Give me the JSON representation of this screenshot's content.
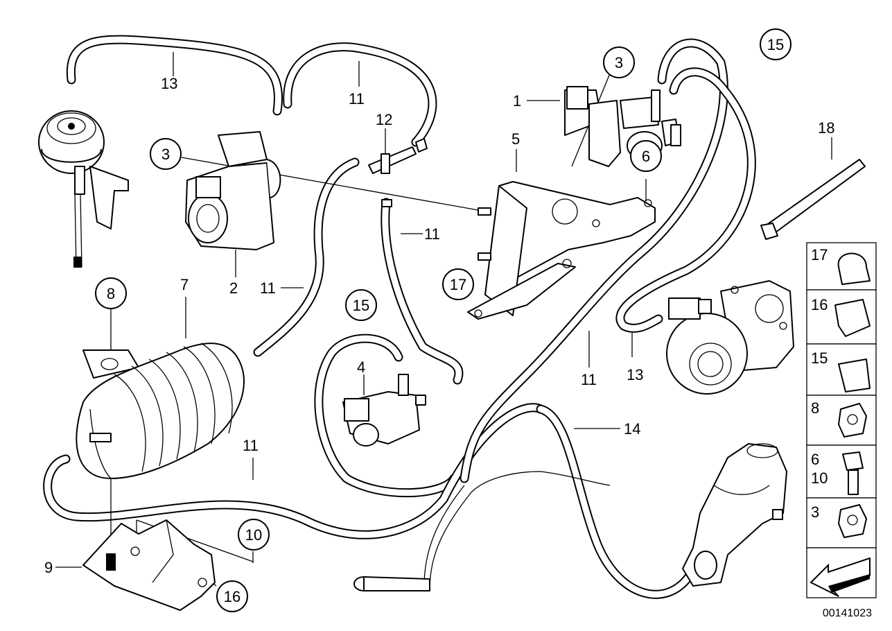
{
  "labels": {
    "l1": "1",
    "l2": "2",
    "l3a": "3",
    "l3b": "3",
    "l4": "4",
    "l5": "5",
    "l6": "6",
    "l7": "7",
    "l8": "8",
    "l9": "9",
    "l10": "10",
    "l11a": "11",
    "l11b": "11",
    "l11c": "11",
    "l11d": "11",
    "l11e": "11",
    "l12": "12",
    "l13a": "13",
    "l13b": "13",
    "l14": "14",
    "l15a": "15",
    "l15b": "15",
    "l16": "16",
    "l17": "17",
    "l18": "18"
  },
  "legend": {
    "items": [
      "17",
      "16",
      "15",
      "8",
      "6",
      "10",
      "3"
    ]
  },
  "diagram_id": "00141023"
}
